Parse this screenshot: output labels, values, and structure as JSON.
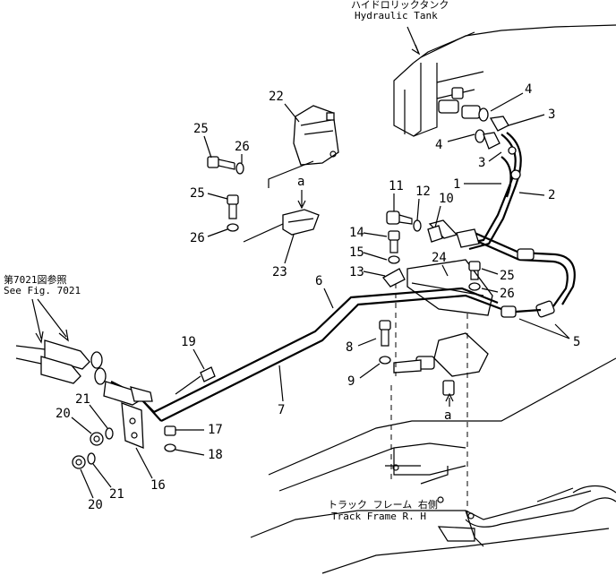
{
  "labels": {
    "hydraulic_tank_jp": "ハイドロリックタンク",
    "hydraulic_tank_en": "Hydraulic Tank",
    "see_fig_jp": "第7021図参照",
    "see_fig_en": "See Fig. 7021",
    "track_frame_jp": "トラック フレーム 右側",
    "track_frame_en": "Track Frame R. H",
    "view_a_top": "a",
    "view_a_bottom": "a"
  },
  "callouts": {
    "c1": "1",
    "c2": "2",
    "c3a": "3",
    "c3b": "3",
    "c4a": "4",
    "c4b": "4",
    "c5": "5",
    "c6": "6",
    "c7": "7",
    "c8": "8",
    "c9": "9",
    "c10": "10",
    "c11": "11",
    "c12": "12",
    "c13": "13",
    "c14": "14",
    "c15": "15",
    "c16": "16",
    "c17": "17",
    "c18": "18",
    "c19": "19",
    "c20a": "20",
    "c20b": "20",
    "c21a": "21",
    "c21b": "21",
    "c22": "22",
    "c23": "23",
    "c24": "24",
    "c25a": "25",
    "c25b": "25",
    "c25c": "25",
    "c26a": "26",
    "c26b": "26",
    "c26c": "26"
  }
}
